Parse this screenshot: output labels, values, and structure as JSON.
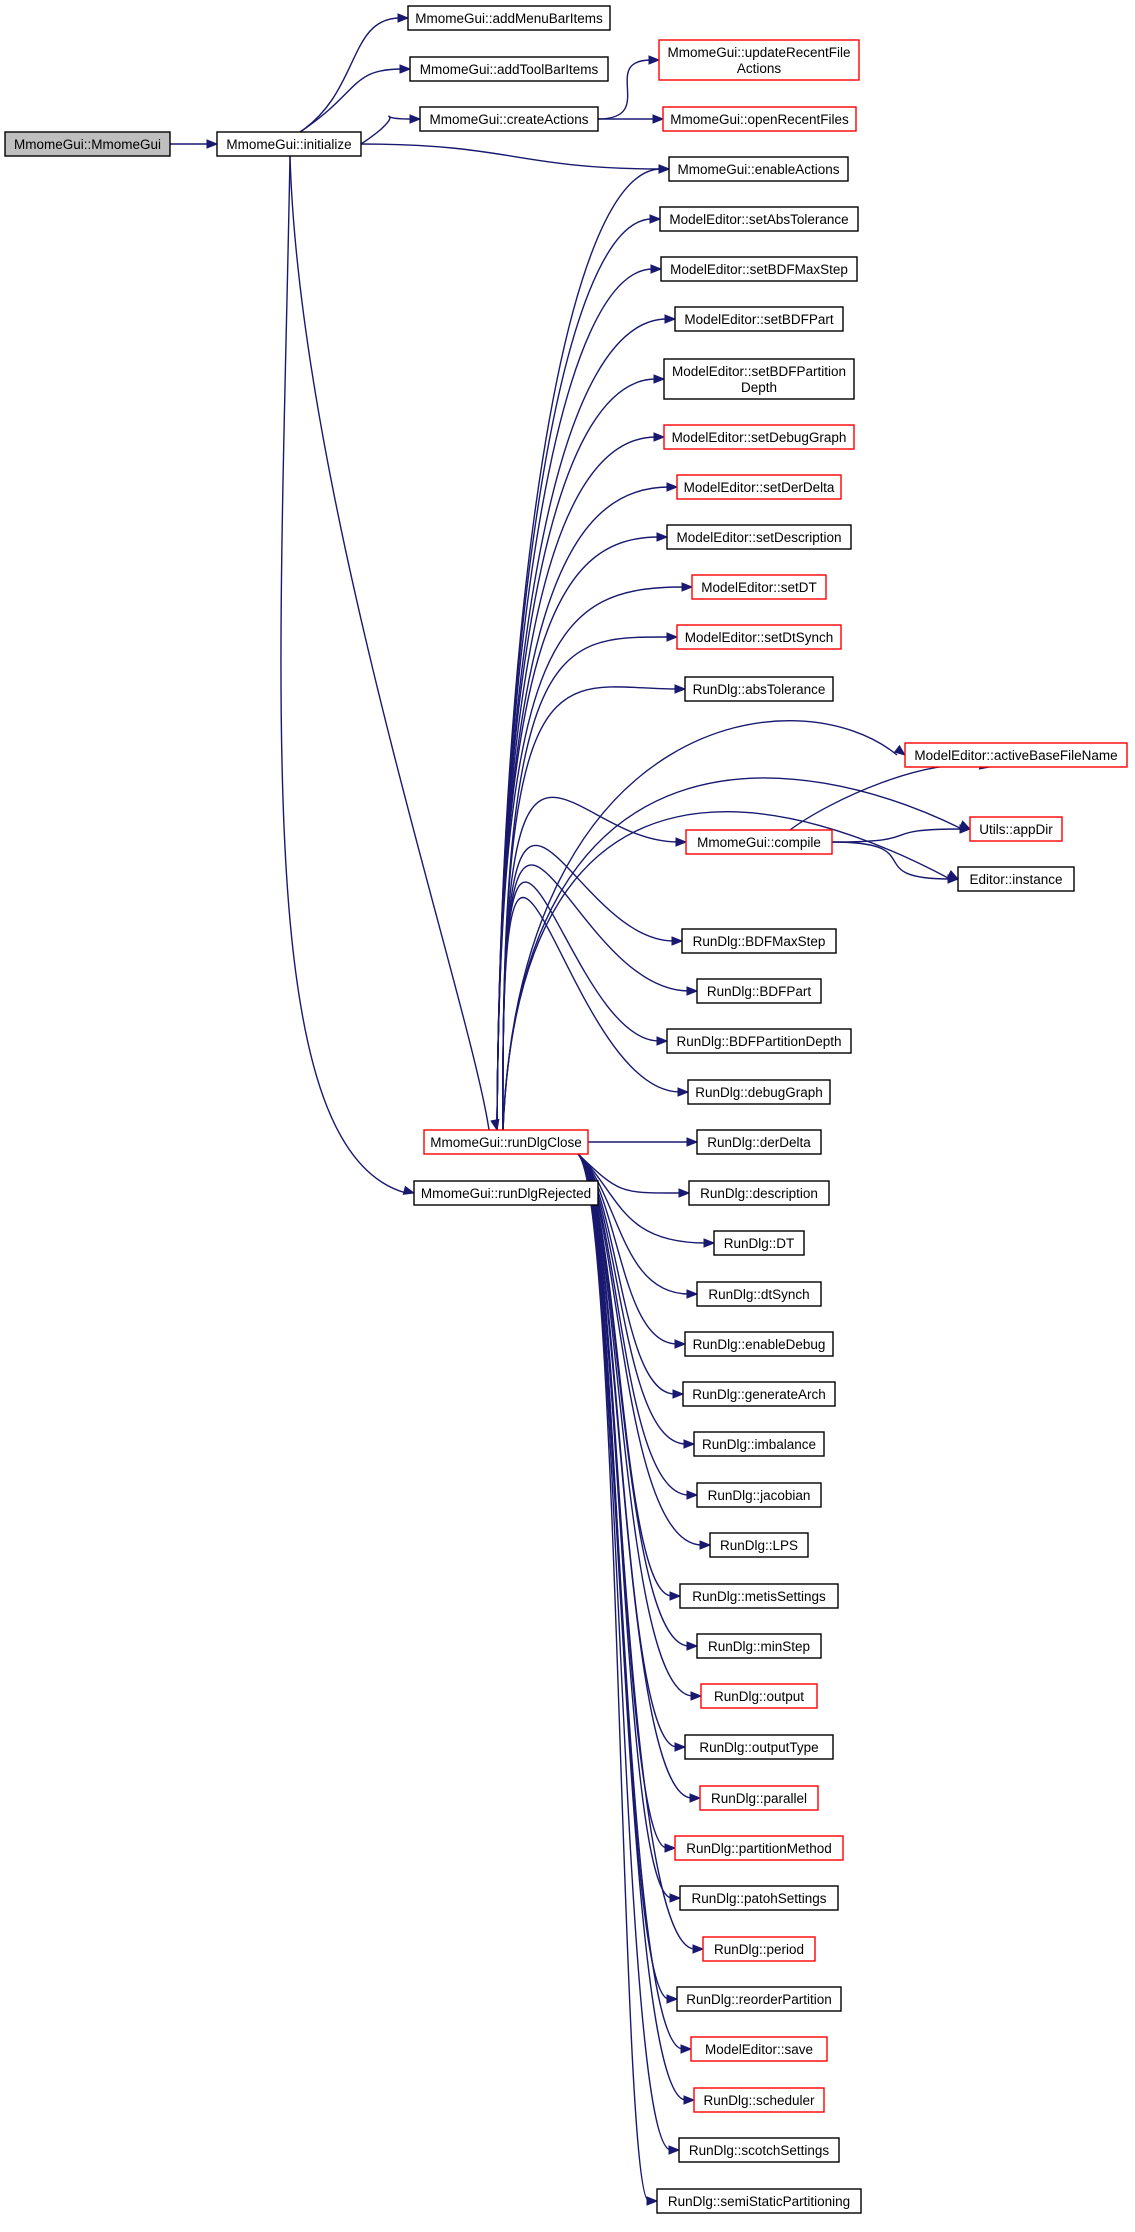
{
  "nodes": [
    {
      "id": "mmomegui_ctor",
      "label": "MmomeGui::MmomeGui",
      "style": "root"
    },
    {
      "id": "initialize",
      "label": "MmomeGui::initialize",
      "style": "black"
    },
    {
      "id": "addMenuBarItems",
      "label": "MmomeGui::addMenuBarItems",
      "style": "black"
    },
    {
      "id": "addToolBarItems",
      "label": "MmomeGui::addToolBarItems",
      "style": "black"
    },
    {
      "id": "createActions",
      "label": "MmomeGui::createActions",
      "style": "black"
    },
    {
      "id": "updateRecentFileActions",
      "label": "MmomeGui::updateRecentFile\nActions",
      "style": "red"
    },
    {
      "id": "openRecentFiles",
      "label": "MmomeGui::openRecentFiles",
      "style": "red"
    },
    {
      "id": "enableActions",
      "label": "MmomeGui::enableActions",
      "style": "black"
    },
    {
      "id": "setAbsTolerance",
      "label": "ModelEditor::setAbsTolerance",
      "style": "black"
    },
    {
      "id": "setBDFMaxStep",
      "label": "ModelEditor::setBDFMaxStep",
      "style": "black"
    },
    {
      "id": "setBDFPart",
      "label": "ModelEditor::setBDFPart",
      "style": "black"
    },
    {
      "id": "setBDFPartitionDepth",
      "label": "ModelEditor::setBDFPartition\nDepth",
      "style": "black"
    },
    {
      "id": "setDebugGraph",
      "label": "ModelEditor::setDebugGraph",
      "style": "red"
    },
    {
      "id": "setDerDelta",
      "label": "ModelEditor::setDerDelta",
      "style": "red"
    },
    {
      "id": "setDescription",
      "label": "ModelEditor::setDescription",
      "style": "black"
    },
    {
      "id": "setDT",
      "label": "ModelEditor::setDT",
      "style": "red"
    },
    {
      "id": "setDtSynch",
      "label": "ModelEditor::setDtSynch",
      "style": "red"
    },
    {
      "id": "absTolerance",
      "label": "RunDlg::absTolerance",
      "style": "black"
    },
    {
      "id": "activeBaseFileName",
      "label": "ModelEditor::activeBaseFileName",
      "style": "red"
    },
    {
      "id": "appDir",
      "label": "Utils::appDir",
      "style": "red"
    },
    {
      "id": "compile",
      "label": "MmomeGui::compile",
      "style": "red"
    },
    {
      "id": "editorInstance",
      "label": "Editor::instance",
      "style": "black"
    },
    {
      "id": "BDFMaxStep",
      "label": "RunDlg::BDFMaxStep",
      "style": "black"
    },
    {
      "id": "BDFPart",
      "label": "RunDlg::BDFPart",
      "style": "black"
    },
    {
      "id": "BDFPartitionDepth",
      "label": "RunDlg::BDFPartitionDepth",
      "style": "black"
    },
    {
      "id": "debugGraph",
      "label": "RunDlg::debugGraph",
      "style": "black"
    },
    {
      "id": "runDlgClose",
      "label": "MmomeGui::runDlgClose",
      "style": "red"
    },
    {
      "id": "derDelta",
      "label": "RunDlg::derDelta",
      "style": "black"
    },
    {
      "id": "runDlgRejected",
      "label": "MmomeGui::runDlgRejected",
      "style": "black"
    },
    {
      "id": "description",
      "label": "RunDlg::description",
      "style": "black"
    },
    {
      "id": "DT",
      "label": "RunDlg::DT",
      "style": "black"
    },
    {
      "id": "dtSynch",
      "label": "RunDlg::dtSynch",
      "style": "black"
    },
    {
      "id": "enableDebug",
      "label": "RunDlg::enableDebug",
      "style": "black"
    },
    {
      "id": "generateArch",
      "label": "RunDlg::generateArch",
      "style": "black"
    },
    {
      "id": "imbalance",
      "label": "RunDlg::imbalance",
      "style": "black"
    },
    {
      "id": "jacobian",
      "label": "RunDlg::jacobian",
      "style": "black"
    },
    {
      "id": "LPS",
      "label": "RunDlg::LPS",
      "style": "black"
    },
    {
      "id": "metisSettings",
      "label": "RunDlg::metisSettings",
      "style": "black"
    },
    {
      "id": "minStep",
      "label": "RunDlg::minStep",
      "style": "black"
    },
    {
      "id": "output",
      "label": "RunDlg::output",
      "style": "red"
    },
    {
      "id": "outputType",
      "label": "RunDlg::outputType",
      "style": "black"
    },
    {
      "id": "parallel",
      "label": "RunDlg::parallel",
      "style": "red"
    },
    {
      "id": "partitionMethod",
      "label": "RunDlg::partitionMethod",
      "style": "red"
    },
    {
      "id": "patohSettings",
      "label": "RunDlg::patohSettings",
      "style": "black"
    },
    {
      "id": "period",
      "label": "RunDlg::period",
      "style": "red"
    },
    {
      "id": "reorderPartition",
      "label": "RunDlg::reorderPartition",
      "style": "black"
    },
    {
      "id": "save",
      "label": "ModelEditor::save",
      "style": "red"
    },
    {
      "id": "scheduler",
      "label": "RunDlg::scheduler",
      "style": "red"
    },
    {
      "id": "scotchSettings",
      "label": "RunDlg::scotchSettings",
      "style": "black"
    },
    {
      "id": "semiStaticPartitioning",
      "label": "RunDlg::semiStaticPartitioning",
      "style": "black"
    }
  ],
  "edges": [
    [
      "mmomegui_ctor",
      "initialize"
    ],
    [
      "initialize",
      "addMenuBarItems"
    ],
    [
      "initialize",
      "addToolBarItems"
    ],
    [
      "initialize",
      "createActions"
    ],
    [
      "initialize",
      "enableActions"
    ],
    [
      "initialize",
      "runDlgClose"
    ],
    [
      "initialize",
      "runDlgRejected"
    ],
    [
      "createActions",
      "updateRecentFileActions"
    ],
    [
      "createActions",
      "openRecentFiles"
    ],
    [
      "runDlgClose",
      "enableActions"
    ],
    [
      "runDlgClose",
      "setAbsTolerance"
    ],
    [
      "runDlgClose",
      "setBDFMaxStep"
    ],
    [
      "runDlgClose",
      "setBDFPart"
    ],
    [
      "runDlgClose",
      "setBDFPartitionDepth"
    ],
    [
      "runDlgClose",
      "setDebugGraph"
    ],
    [
      "runDlgClose",
      "setDerDelta"
    ],
    [
      "runDlgClose",
      "setDescription"
    ],
    [
      "runDlgClose",
      "setDT"
    ],
    [
      "runDlgClose",
      "setDtSynch"
    ],
    [
      "runDlgClose",
      "absTolerance"
    ],
    [
      "runDlgClose",
      "activeBaseFileName"
    ],
    [
      "runDlgClose",
      "appDir"
    ],
    [
      "runDlgClose",
      "compile"
    ],
    [
      "runDlgClose",
      "editorInstance"
    ],
    [
      "compile",
      "activeBaseFileName"
    ],
    [
      "compile",
      "appDir"
    ],
    [
      "compile",
      "editorInstance"
    ],
    [
      "runDlgClose",
      "BDFMaxStep"
    ],
    [
      "runDlgClose",
      "BDFPart"
    ],
    [
      "runDlgClose",
      "BDFPartitionDepth"
    ],
    [
      "runDlgClose",
      "debugGraph"
    ],
    [
      "runDlgClose",
      "derDelta"
    ],
    [
      "runDlgClose",
      "description"
    ],
    [
      "runDlgClose",
      "DT"
    ],
    [
      "runDlgClose",
      "dtSynch"
    ],
    [
      "runDlgClose",
      "enableDebug"
    ],
    [
      "runDlgClose",
      "generateArch"
    ],
    [
      "runDlgClose",
      "imbalance"
    ],
    [
      "runDlgClose",
      "jacobian"
    ],
    [
      "runDlgClose",
      "LPS"
    ],
    [
      "runDlgClose",
      "metisSettings"
    ],
    [
      "runDlgClose",
      "minStep"
    ],
    [
      "runDlgClose",
      "output"
    ],
    [
      "runDlgClose",
      "outputType"
    ],
    [
      "runDlgClose",
      "parallel"
    ],
    [
      "runDlgClose",
      "partitionMethod"
    ],
    [
      "runDlgClose",
      "patohSettings"
    ],
    [
      "runDlgClose",
      "period"
    ],
    [
      "runDlgClose",
      "reorderPartition"
    ],
    [
      "runDlgClose",
      "save"
    ],
    [
      "runDlgClose",
      "scheduler"
    ],
    [
      "runDlgClose",
      "scotchSettings"
    ],
    [
      "runDlgClose",
      "semiStaticPartitioning"
    ]
  ],
  "colors": {
    "edge": "#191970",
    "red_border": "#ff0000",
    "black_border": "#000000",
    "root_fill": "#bfbfbf"
  }
}
